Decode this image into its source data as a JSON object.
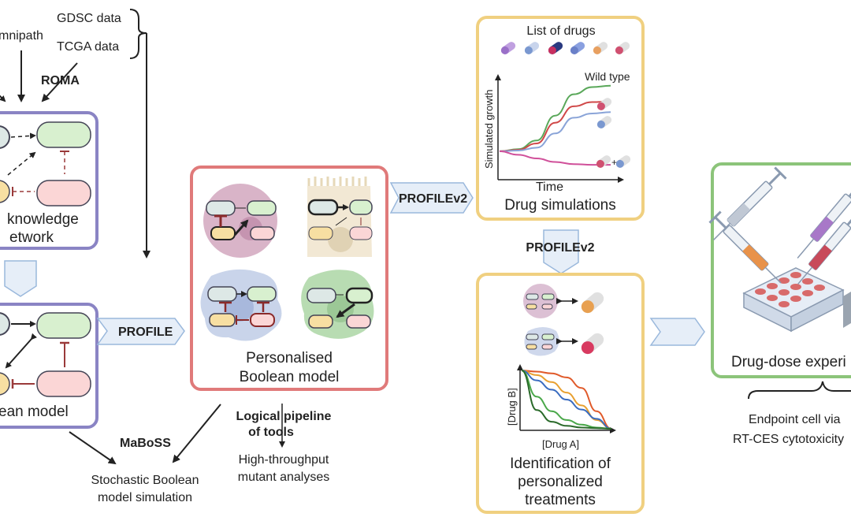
{
  "sources": {
    "omnipath": "mnipath",
    "gdsc": "GDSC data",
    "tcga": "TCGA data",
    "roma": "ROMA"
  },
  "network_box": {
    "line1": "knowledge",
    "line2": "etwork"
  },
  "boolean_box": {
    "label": "ean model"
  },
  "profile_arrow": "PROFILE",
  "personalised_box": {
    "line1": "Personalised",
    "line2": "Boolean model"
  },
  "maboss": "MaBoSS",
  "stochastic": {
    "line1": "Stochastic Boolean",
    "line2": "model simulation"
  },
  "pipeline": {
    "line1": "Logical pipeline",
    "line2": "of tools"
  },
  "mutant": {
    "line1": "High-throughput",
    "line2": "mutant analyses"
  },
  "profilev2_top": "PROFILEv2",
  "profilev2_mid": "PROFILEv2",
  "drug_sim_box": {
    "list_title": "List of drugs",
    "ylabel": "Simulated growth",
    "xlabel": "Time",
    "wild_type": "Wild type",
    "plus": "+",
    "title": "Drug simulations"
  },
  "treatments_box": {
    "ylabel": "[Drug B]",
    "xlabel": "[Drug A]",
    "line1": "Identification of",
    "line2": "personalized",
    "line3": "treatments"
  },
  "experiment_box": {
    "title": "Drug-dose experi"
  },
  "endpoint": {
    "line1": "Endpoint cell via",
    "line2": "RT-CES cytotoxicity"
  },
  "colors": {
    "purple_box": "#8a84c4",
    "red_box": "#e07a7a",
    "yellow_box": "#f0d080",
    "green_box": "#8cc47a",
    "chevron": "#9ab8dc"
  },
  "chart_data": [
    {
      "type": "line",
      "xlabel": "Time",
      "ylabel": "Simulated growth",
      "series": [
        {
          "name": "Wild type",
          "color": "#5aa85a",
          "values": [
            0.05,
            0.08,
            0.2,
            0.55,
            0.85,
            0.95,
            0.97
          ]
        },
        {
          "color": "#d04848",
          "values": [
            0.05,
            0.07,
            0.16,
            0.45,
            0.68,
            0.74,
            0.75
          ]
        },
        {
          "color": "#8aa4d8",
          "values": [
            0.05,
            0.06,
            0.1,
            0.3,
            0.52,
            0.58,
            0.6
          ]
        },
        {
          "color": "#d0509a",
          "values": [
            0.05,
            0.0,
            -0.05,
            -0.1,
            -0.13,
            -0.14,
            -0.14
          ]
        }
      ]
    },
    {
      "type": "line",
      "xlabel": "[Drug A]",
      "ylabel": "[Drug B]",
      "series": [
        {
          "color": "#e05a2a",
          "values": [
            1.0,
            0.98,
            0.95,
            0.88,
            0.7,
            0.3,
            0.0
          ]
        },
        {
          "color": "#e8a030",
          "values": [
            1.0,
            0.92,
            0.8,
            0.62,
            0.4,
            0.15,
            0.0
          ]
        },
        {
          "color": "#3a6cc0",
          "values": [
            1.0,
            0.83,
            0.67,
            0.5,
            0.33,
            0.17,
            0.0
          ]
        },
        {
          "color": "#4aa84a",
          "values": [
            1.0,
            0.55,
            0.3,
            0.15,
            0.07,
            0.02,
            0.0
          ]
        },
        {
          "color": "#2a6a2a",
          "values": [
            1.0,
            0.32,
            0.12,
            0.05,
            0.02,
            0.01,
            0.0
          ]
        }
      ]
    }
  ]
}
